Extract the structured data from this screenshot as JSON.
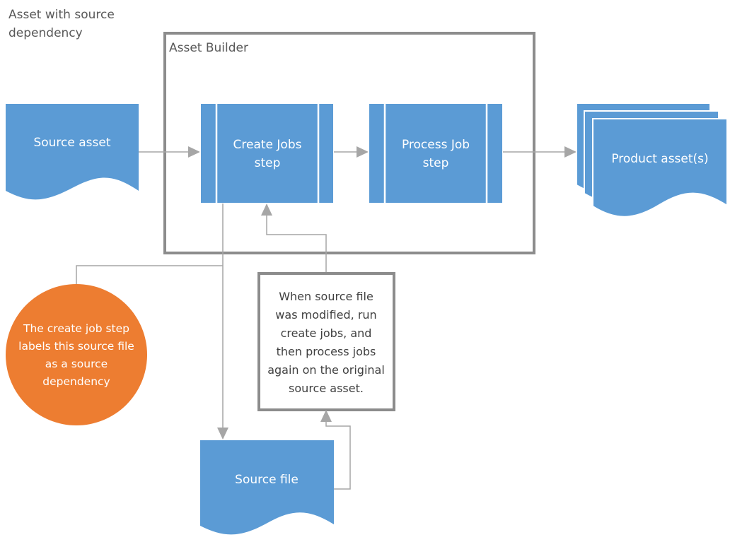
{
  "diagram": {
    "title_lines": [
      "Asset with source",
      "dependency"
    ],
    "container_label": "Asset Builder",
    "source_asset": "Source asset",
    "create_jobs_lines": [
      "Create Jobs",
      "step"
    ],
    "process_job_lines": [
      "Process Job",
      "step"
    ],
    "product_assets": "Product asset(s)",
    "note_lines": [
      "When source file",
      "was modified, run",
      "create jobs, and",
      "then process jobs",
      "again on the original",
      "source asset."
    ],
    "circle_lines": [
      "The create job step",
      "labels this source file",
      "as a source",
      "dependency"
    ],
    "source_file": "Source file",
    "colors": {
      "primary": "#5b9bd5",
      "accent": "#ed7d31",
      "border": "#8c8c8c",
      "connector": "#a6a6a6"
    }
  }
}
